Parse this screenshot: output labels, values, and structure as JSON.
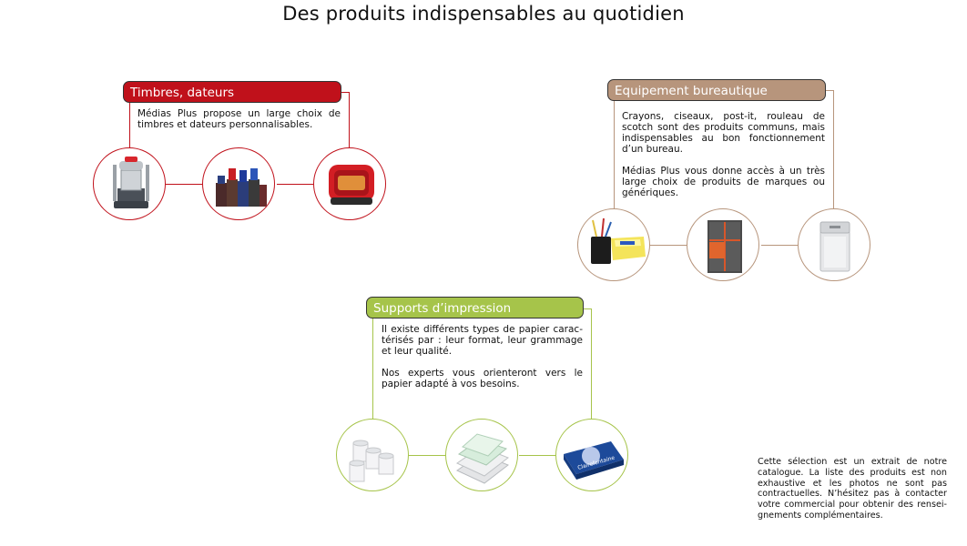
{
  "page_title": "Des produits indispensables au quotidien",
  "colors": {
    "timbres": "#c0111b",
    "equipement": "#b7957c",
    "supports": "#a6c44a"
  },
  "sections": {
    "timbres": {
      "heading": "Timbres, dateurs",
      "paragraphs": [
        "Médias Plus propose un large choix de timbres et dateurs personnalisables."
      ],
      "images": [
        "self-inking-stamp-icon",
        "ink-bottles-icon",
        "pocket-stamp-icon"
      ]
    },
    "equipement": {
      "heading": "Equipement bureautique",
      "paragraphs": [
        "Crayons, ciseaux, post-it, rouleau de scotch sont des produits communs, mais indispensables au bon fonctionnement d’un bureau.",
        "Médias Plus vous donne accès à un très large choix de produits de marques ou génériques."
      ],
      "images": [
        "pen-holder-postit-icon",
        "notebook-icon",
        "paper-shredder-icon"
      ]
    },
    "supports": {
      "heading": "Supports d’impression",
      "paragraphs": [
        "Il existe différents types de papier carac­térisés par : leur format, leur grammage et leur qualité.",
        "Nos experts vous orienteront vers le papier adapté à vos besoins."
      ],
      "images": [
        "paper-rolls-icon",
        "listing-paper-icon",
        "paper-ream-icon"
      ],
      "ream_brand": "Clairefontaine"
    }
  },
  "footer_note": "Cette sélection est un extrait de notre catalogue. La liste des produits est non exhaustive et les photos ne sont pas contractuelles. N’hésitez pas à contacter votre commercial pour obtenir des rensei­gnements complémentaires."
}
